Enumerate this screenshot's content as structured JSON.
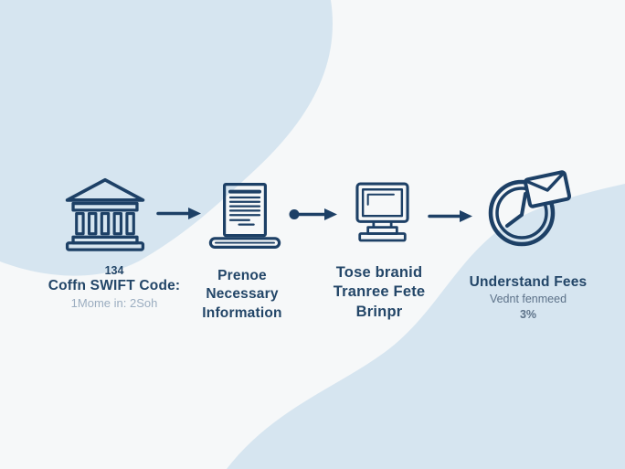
{
  "palette": {
    "bg_white": "#f6f8f9",
    "blob_blue": "#d6e5f0",
    "icon_stroke": "#1d4066",
    "title_text": "#234668",
    "subtitle_light": "#9badc0",
    "subtitle_medium": "#5d7289"
  },
  "steps": [
    {
      "icon": "bank-icon",
      "line1": "134",
      "line2": "Coffn SWIFT Code:",
      "line3": "1Mome in: 2Soh"
    },
    {
      "icon": "document-icon",
      "line1": "Prenoe",
      "line2": "Necessary",
      "line3": "Information"
    },
    {
      "icon": "computer-icon",
      "line1": "Tose branid",
      "line2": "Tranree Fete",
      "line3": "Brinpr"
    },
    {
      "icon": "clock-envelope-icon",
      "line1": "Understand Fees",
      "line2": "Vednt fenmeed",
      "line3": "3%"
    }
  ]
}
